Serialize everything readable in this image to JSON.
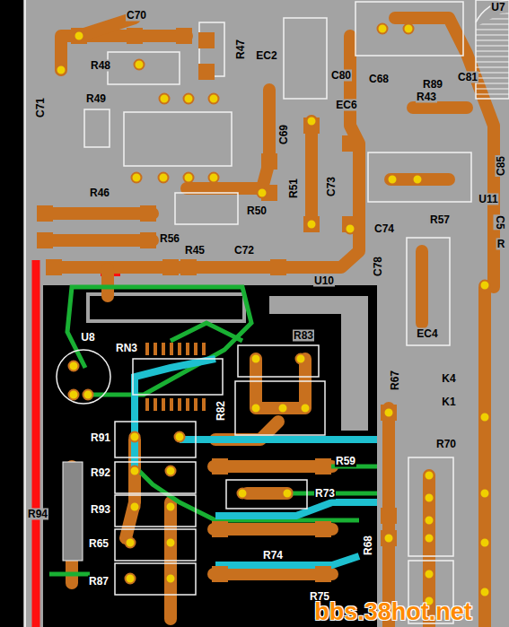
{
  "diagram": {
    "labels": [
      "C70",
      "R47",
      "EC2",
      "R48",
      "C71",
      "R49",
      "C80",
      "C68",
      "R89",
      "C81",
      "EC6",
      "R43",
      "C69",
      "C85",
      "R51",
      "C73",
      "R46",
      "R50",
      "U11",
      "R57",
      "C74",
      "C5",
      "R",
      "R56",
      "R45",
      "C72",
      "U10",
      "C78",
      "EC4",
      "R83",
      "U8",
      "RN3",
      "R67",
      "K4",
      "K1",
      "R82",
      "R91",
      "R70",
      "R59",
      "R92",
      "R73",
      "R93",
      "R94",
      "R65",
      "R74",
      "R68",
      "R87",
      "R75",
      "U7",
      "bbs.38hot.net"
    ]
  }
}
